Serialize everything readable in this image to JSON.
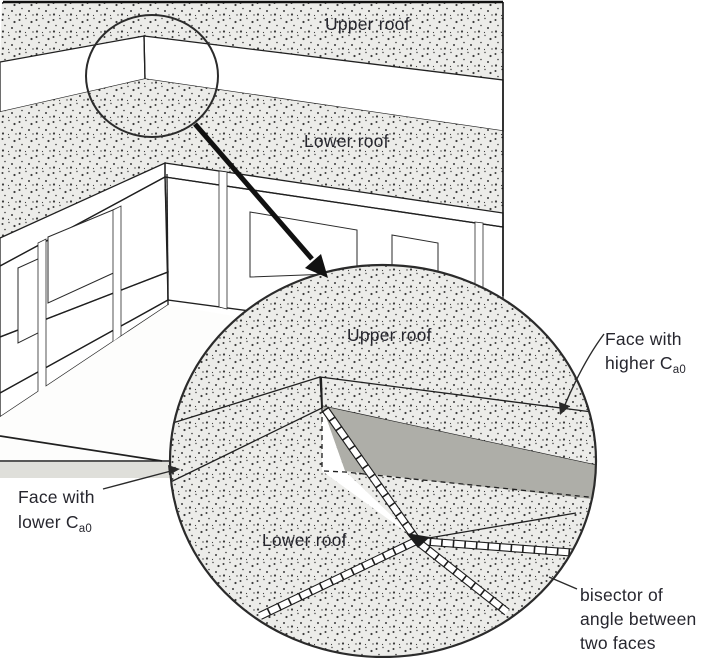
{
  "figure": {
    "building": {
      "upper_roof": "Upper roof",
      "lower_roof": "Lower roof"
    },
    "lens": {
      "upper_roof": "Upper roof",
      "lower_roof": "Lower roof"
    },
    "callouts": {
      "face_higher": {
        "line1": "Face with",
        "prefix": "higher C",
        "sub": "a0"
      },
      "face_lower": {
        "line1": "Face with",
        "prefix": "lower C",
        "sub": "a0"
      },
      "bisector": {
        "line1": "bisector of",
        "line2": "angle between",
        "line3": "two faces"
      }
    },
    "palette": {
      "stipple_base": "#ecece9",
      "stipple_dot": "#1c1c1c",
      "face_light": "#d8d8d2",
      "face_dark": "#aeaea8",
      "band_light": "#c6c6c0",
      "wall_left": "#cbcbc5",
      "wall_dark": "#a2a29c",
      "wall_shadow_band": "#b4b4ae",
      "plinth_pale": "#e3e3de",
      "floor_strip": "#dfdfda",
      "ink": "#202020",
      "white": "#ffffff"
    }
  }
}
